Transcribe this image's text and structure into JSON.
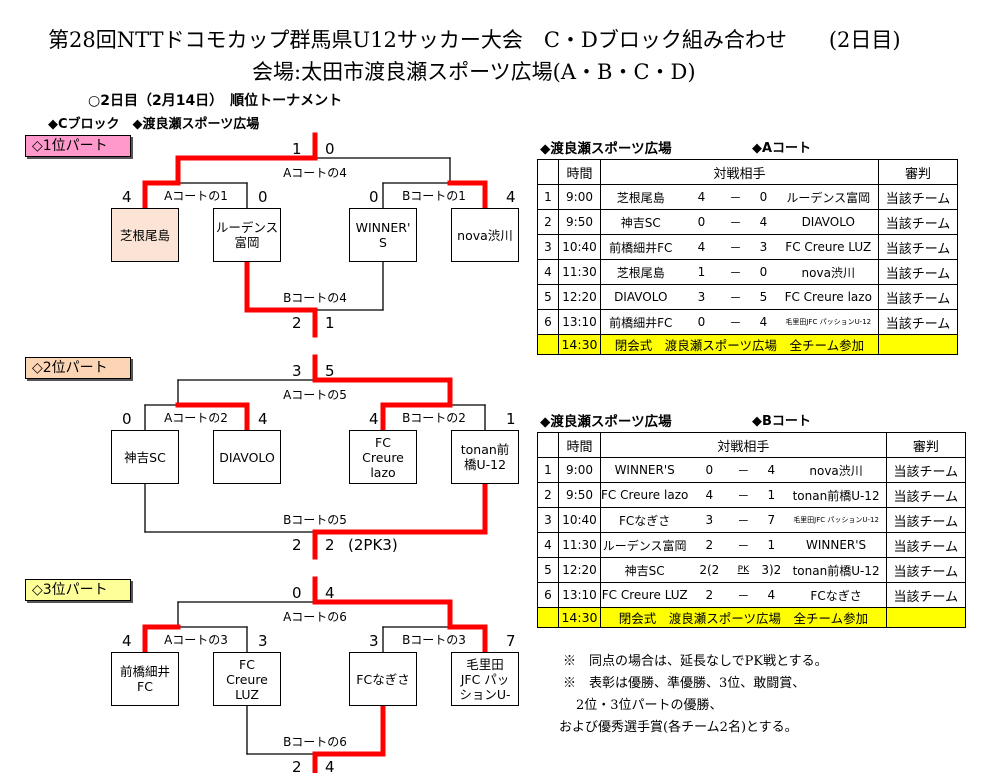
{
  "header": {
    "title": "第28回NTTドコモカップ群馬県U12サッカー大会　C・Dブロック組み合わせ　　(2日目)",
    "venue": "会場:太田市渡良瀬スポーツ広場(A・B・C・D)",
    "day": "○2日目（2月14日）　順位トーナメント",
    "block": "◆Cブロック　◆渡良瀬スポーツ広場"
  },
  "brackets": [
    {
      "label": "◇1位パート",
      "color": "#ff99cc",
      "teams": [
        "芝根尾島",
        "ルーデンス富岡",
        "WINNER'\nS",
        "nova渋川"
      ],
      "highlight_team": 0,
      "semi_left": {
        "court": "Aコートの1",
        "scores": [
          "4",
          "0"
        ],
        "winner": 0
      },
      "semi_right": {
        "court": "Bコートの1",
        "scores": [
          "0",
          "4"
        ],
        "winner": 1
      },
      "final": {
        "court": "Aコートの4",
        "scores": [
          "1",
          "0"
        ],
        "winner": 0
      },
      "lower": {
        "court": "Bコートの4",
        "scores": [
          "2",
          "1"
        ],
        "winner": 0,
        "extra": ""
      }
    },
    {
      "label": "◇2位パート",
      "color": "#fcd5b4",
      "teams": [
        "神吉SC",
        "DIAVOLO",
        "FC\nCreure\nlazo",
        "tonan前\n橋U-12"
      ],
      "highlight_team": -1,
      "semi_left": {
        "court": "Aコートの2",
        "scores": [
          "0",
          "4"
        ],
        "winner": 1
      },
      "semi_right": {
        "court": "Bコートの2",
        "scores": [
          "4",
          "1"
        ],
        "winner": 0
      },
      "final": {
        "court": "Aコートの5",
        "scores": [
          "3",
          "5"
        ],
        "winner": 1
      },
      "lower": {
        "court": "Bコートの5",
        "scores": [
          "2",
          "2"
        ],
        "winner": 1,
        "extra": "(2PK3)"
      }
    },
    {
      "label": "◇3位パート",
      "color": "#ffff99",
      "teams": [
        "前橋細井\nFC",
        "FC\nCreure\nLUZ",
        "FCなぎさ",
        "毛里田\nJFC パッ\nションU-"
      ],
      "highlight_team": -1,
      "semi_left": {
        "court": "Aコートの3",
        "scores": [
          "4",
          "3"
        ],
        "winner": 0
      },
      "semi_right": {
        "court": "Bコートの3",
        "scores": [
          "3",
          "7"
        ],
        "winner": 1
      },
      "final": {
        "court": "Aコートの6",
        "scores": [
          "0",
          "4"
        ],
        "winner": 1
      },
      "lower": {
        "court": "Bコートの6",
        "scores": [
          "2",
          "4"
        ],
        "winner": 1,
        "extra": ""
      }
    }
  ],
  "tables": [
    {
      "venue": "◆渡良瀬スポーツ広場",
      "court": "◆Aコート",
      "headers": {
        "time": "時間",
        "match": "対戦相手",
        "referee": "審判"
      },
      "rows": [
        {
          "no": "1",
          "time": "9:00",
          "home": "芝根尾島",
          "s1": "4",
          "sep": "－",
          "s2": "0",
          "away": "ルーデンス富岡",
          "ref": "当該チーム"
        },
        {
          "no": "2",
          "time": "9:50",
          "home": "神吉SC",
          "s1": "0",
          "sep": "－",
          "s2": "4",
          "away": "DIAVOLO",
          "ref": "当該チーム"
        },
        {
          "no": "3",
          "time": "10:40",
          "home": "前橋細井FC",
          "s1": "4",
          "sep": "－",
          "s2": "3",
          "away": "FC Creure LUZ",
          "ref": "当該チーム"
        },
        {
          "no": "4",
          "time": "11:30",
          "home": "芝根尾島",
          "s1": "1",
          "sep": "－",
          "s2": "0",
          "away": "nova渋川",
          "ref": "当該チーム"
        },
        {
          "no": "5",
          "time": "12:20",
          "home": "DIAVOLO",
          "s1": "3",
          "sep": "－",
          "s2": "5",
          "away": "FC Creure lazo",
          "ref": "当該チーム"
        },
        {
          "no": "6",
          "time": "13:10",
          "home": "前橋細井FC",
          "s1": "0",
          "sep": "－",
          "s2": "4",
          "away": "毛里田JFC パッションU-12",
          "ref": "当該チーム",
          "small": true
        }
      ],
      "closing": {
        "time": "14:30",
        "text": "閉会式　渡良瀬スポーツ広場　全チーム参加"
      }
    },
    {
      "venue": "◆渡良瀬スポーツ広場",
      "court": "◆Bコート",
      "headers": {
        "time": "時間",
        "match": "対戦相手",
        "referee": "審判"
      },
      "rows": [
        {
          "no": "1",
          "time": "9:00",
          "home": "WINNER'S",
          "s1": "0",
          "sep": "－",
          "s2": "4",
          "away": "nova渋川",
          "ref": "当該チーム"
        },
        {
          "no": "2",
          "time": "9:50",
          "home": "FC Creure lazo",
          "s1": "4",
          "sep": "－",
          "s2": "1",
          "away": "tonan前橋U-12",
          "ref": "当該チーム"
        },
        {
          "no": "3",
          "time": "10:40",
          "home": "FCなぎさ",
          "s1": "3",
          "sep": "－",
          "s2": "7",
          "away": "毛里田JFC パッションU-12",
          "ref": "当該チーム",
          "small": true
        },
        {
          "no": "4",
          "time": "11:30",
          "home": "ルーデンス富岡",
          "s1": "2",
          "sep": "－",
          "s2": "1",
          "away": "WINNER'S",
          "ref": "当該チーム"
        },
        {
          "no": "5",
          "time": "12:20",
          "home": "神吉SC",
          "s1": "2(2",
          "sep": "PK",
          "s2": "3)2",
          "away": "tonan前橋U-12",
          "ref": "当該チーム"
        },
        {
          "no": "6",
          "time": "13:10",
          "home": "FC Creure LUZ",
          "s1": "2",
          "sep": "－",
          "s2": "4",
          "away": "FCなぎさ",
          "ref": "当該チーム"
        }
      ],
      "closing": {
        "time": "14:30",
        "text": "閉会式　渡良瀬スポーツ広場　全チーム参加"
      }
    }
  ],
  "notes": [
    "※　同点の場合は、延長なしでPK戦とする。",
    "※　表彰は優勝、準優勝、3位、敢闘賞、",
    "　2位・3位パートの優勝、",
    "および優秀選手賞(各チーム2名)とする。"
  ],
  "colors": {
    "win_line": "#ff0000",
    "highlight": "#fbe4d5",
    "closing_row": "#ffff00"
  }
}
